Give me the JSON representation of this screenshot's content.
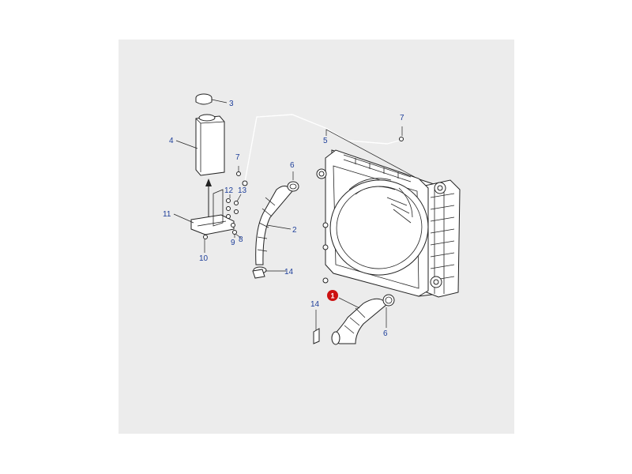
{
  "callouts": {
    "c1": "1",
    "c2": "2",
    "c3": "3",
    "c4": "4",
    "c5": "5",
    "c6a": "6",
    "c6b": "6",
    "c7a": "7",
    "c7b": "7",
    "c8": "8",
    "c9": "9",
    "c10": "10",
    "c11": "11",
    "c12": "12",
    "c13": "13",
    "c14a": "14",
    "c14b": "14"
  },
  "colors": {
    "panel_background": "#ececec",
    "callout_text": "#1e3f9a",
    "highlight_badge": "#cc1111",
    "line": "#222222"
  }
}
